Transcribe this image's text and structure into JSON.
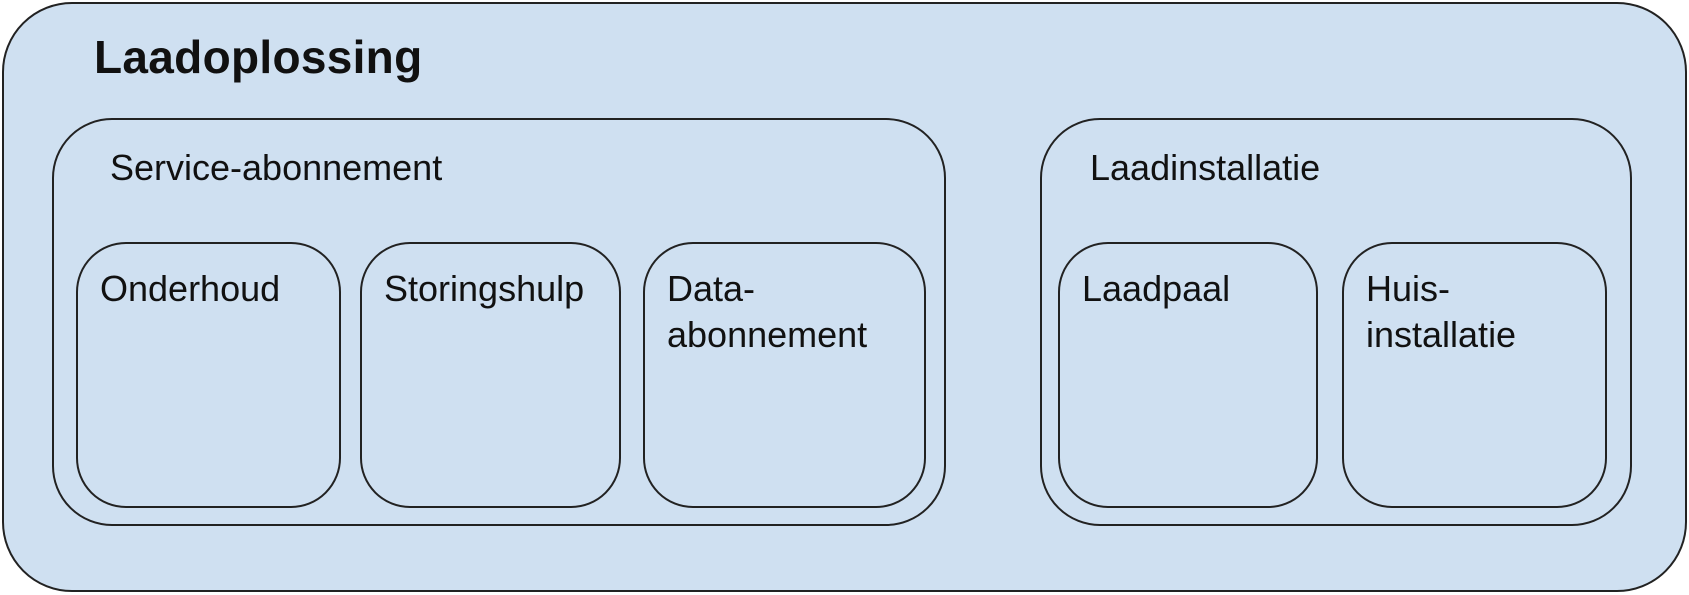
{
  "title": "Laadoplossing",
  "groups": {
    "service": {
      "label": "Service-abonnement",
      "items": [
        {
          "label": "Onderhoud"
        },
        {
          "label": "Storingshulp"
        },
        {
          "label": "Data-\nabonnement"
        }
      ]
    },
    "installation": {
      "label": "Laadinstallatie",
      "items": [
        {
          "label": "Laadpaal"
        },
        {
          "label": "Huis-\ninstallatie"
        }
      ]
    }
  },
  "colors": {
    "background": "#cfe0f1",
    "border": "#222222"
  }
}
